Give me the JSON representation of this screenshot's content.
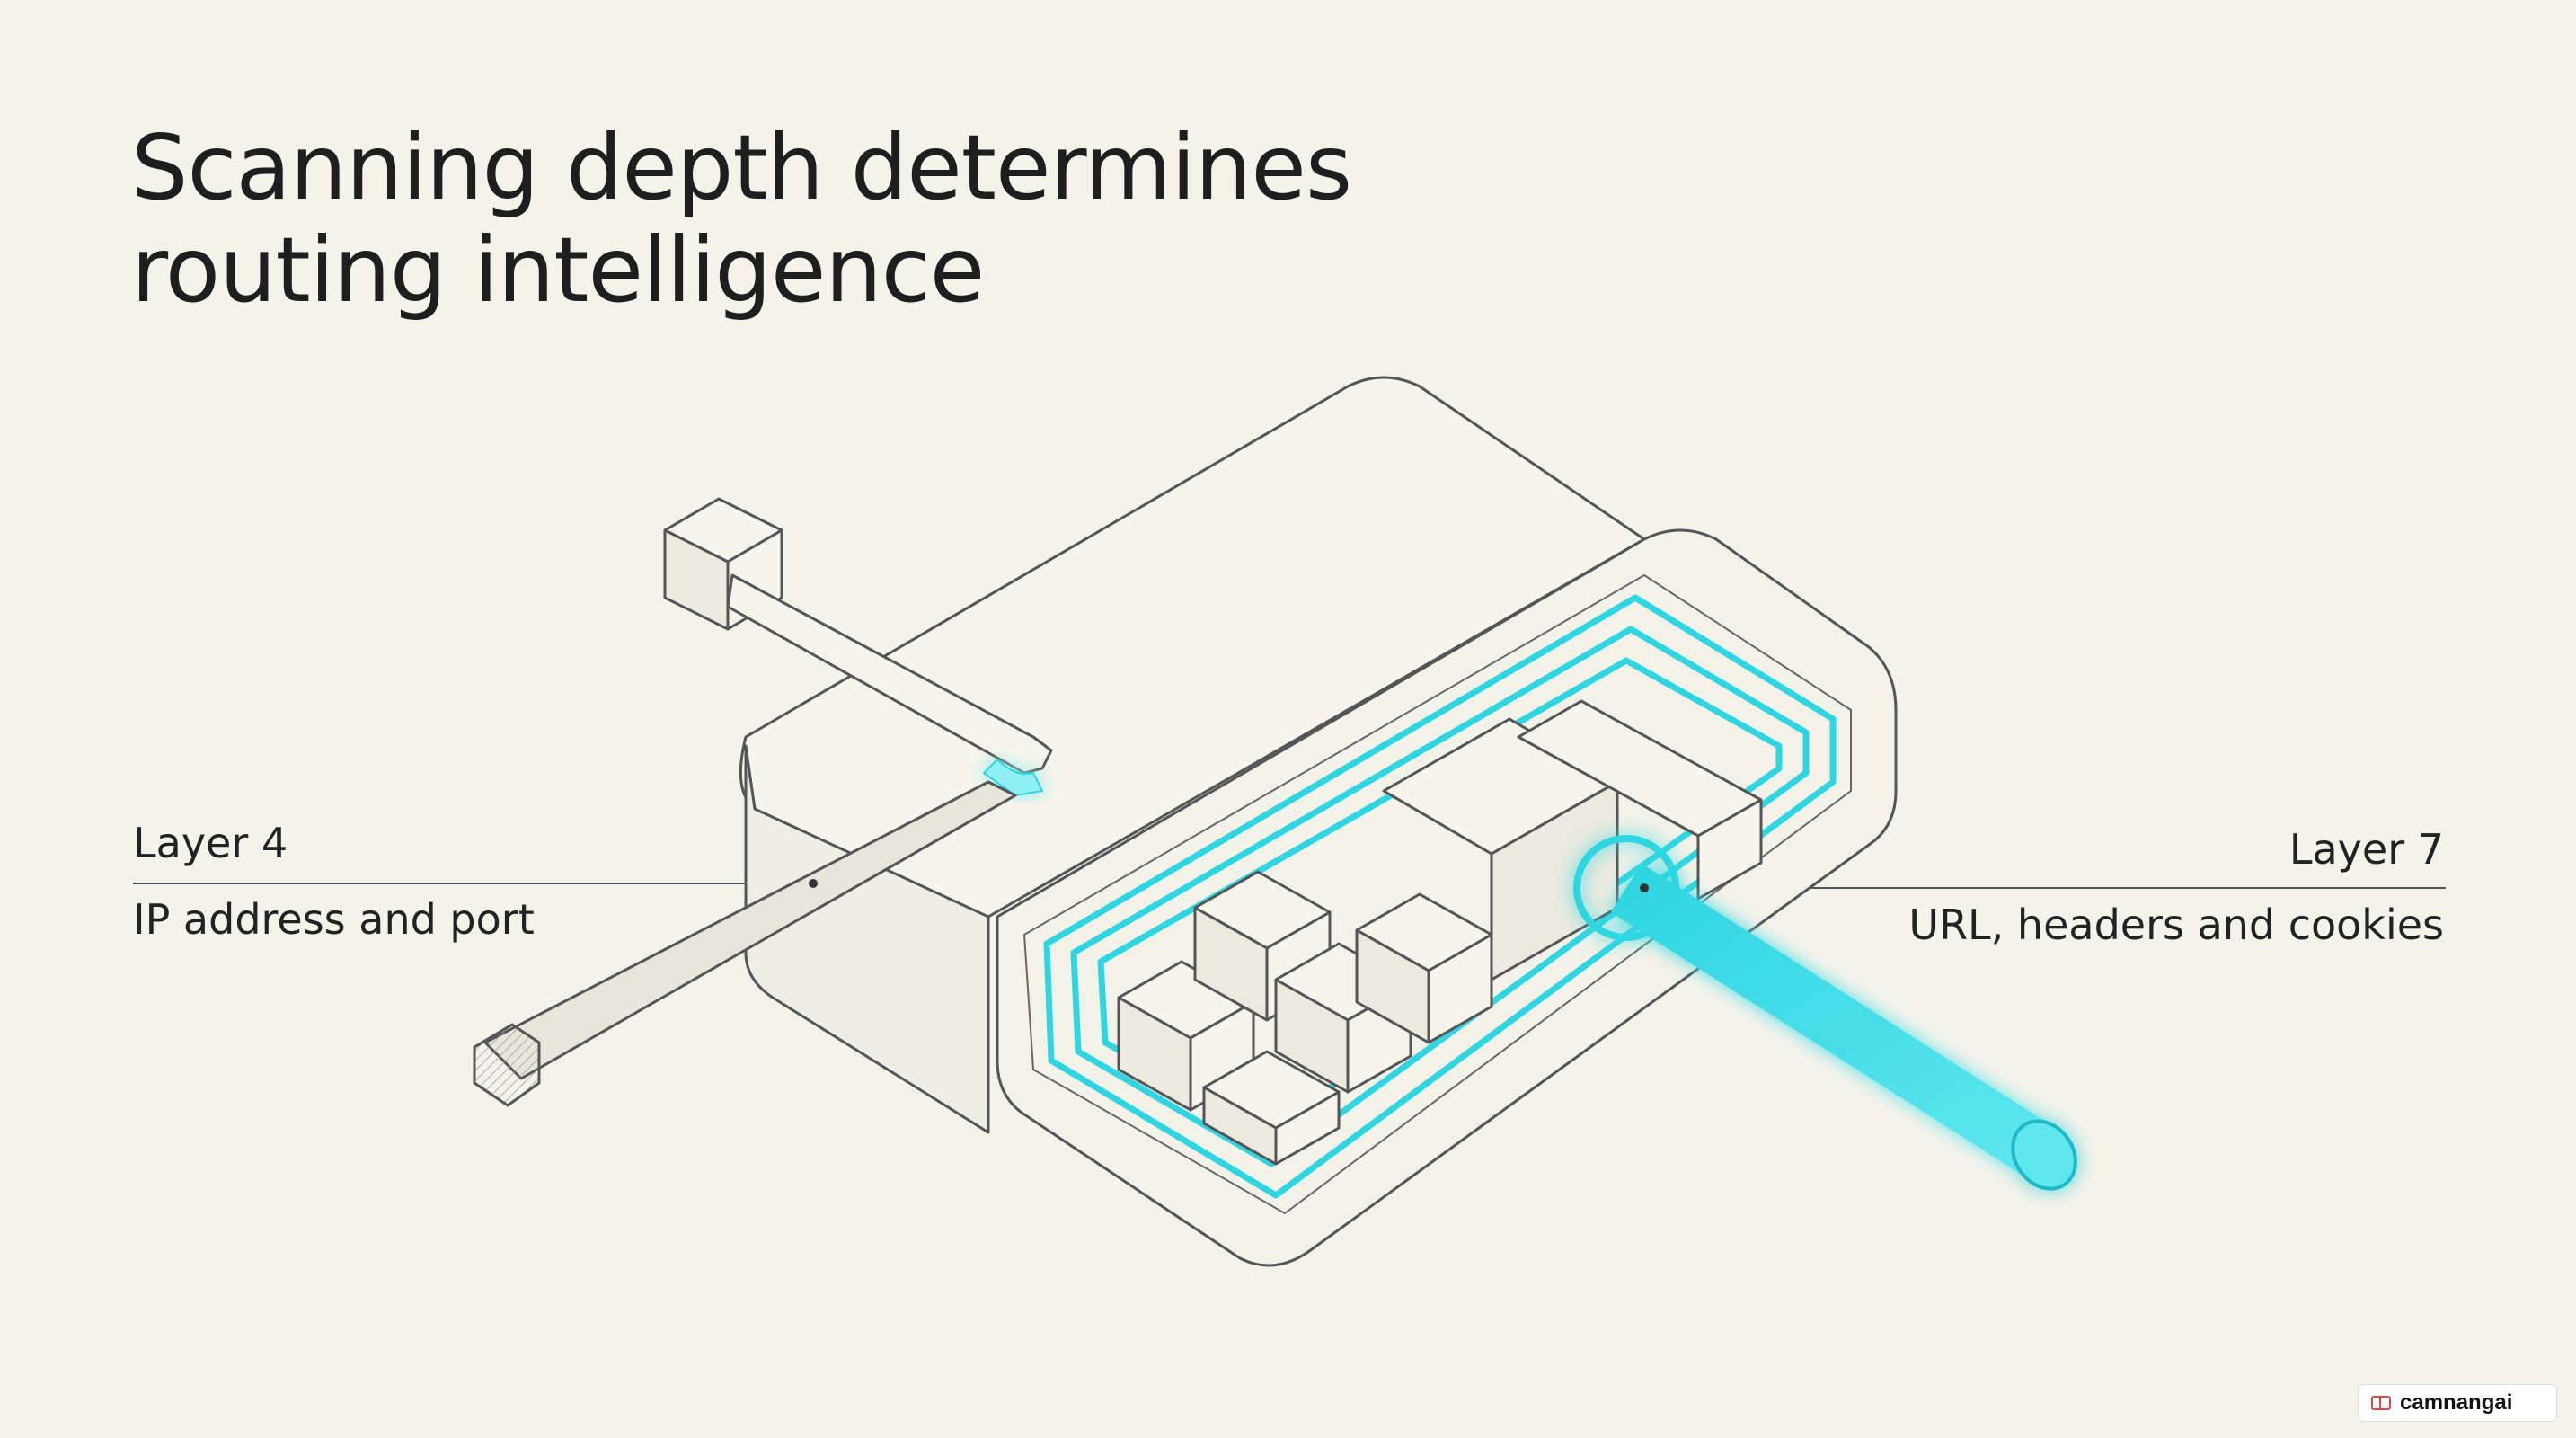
{
  "title_line1": "Scanning depth determines",
  "title_line2": "routing intelligence",
  "layer4": {
    "title": "Layer 4",
    "description": "IP address and port"
  },
  "layer7": {
    "title": "Layer 7",
    "description": "URL, headers and cookies"
  },
  "watermark": "camnangai",
  "colors": {
    "background": "#f4f3ea",
    "line": "#555555",
    "accent": "#2fd6e2",
    "glow": "#8ef0f5"
  },
  "icons": [
    "load-balancer-device-illustration",
    "layer4-probe-arm",
    "layer7-light-beam"
  ]
}
